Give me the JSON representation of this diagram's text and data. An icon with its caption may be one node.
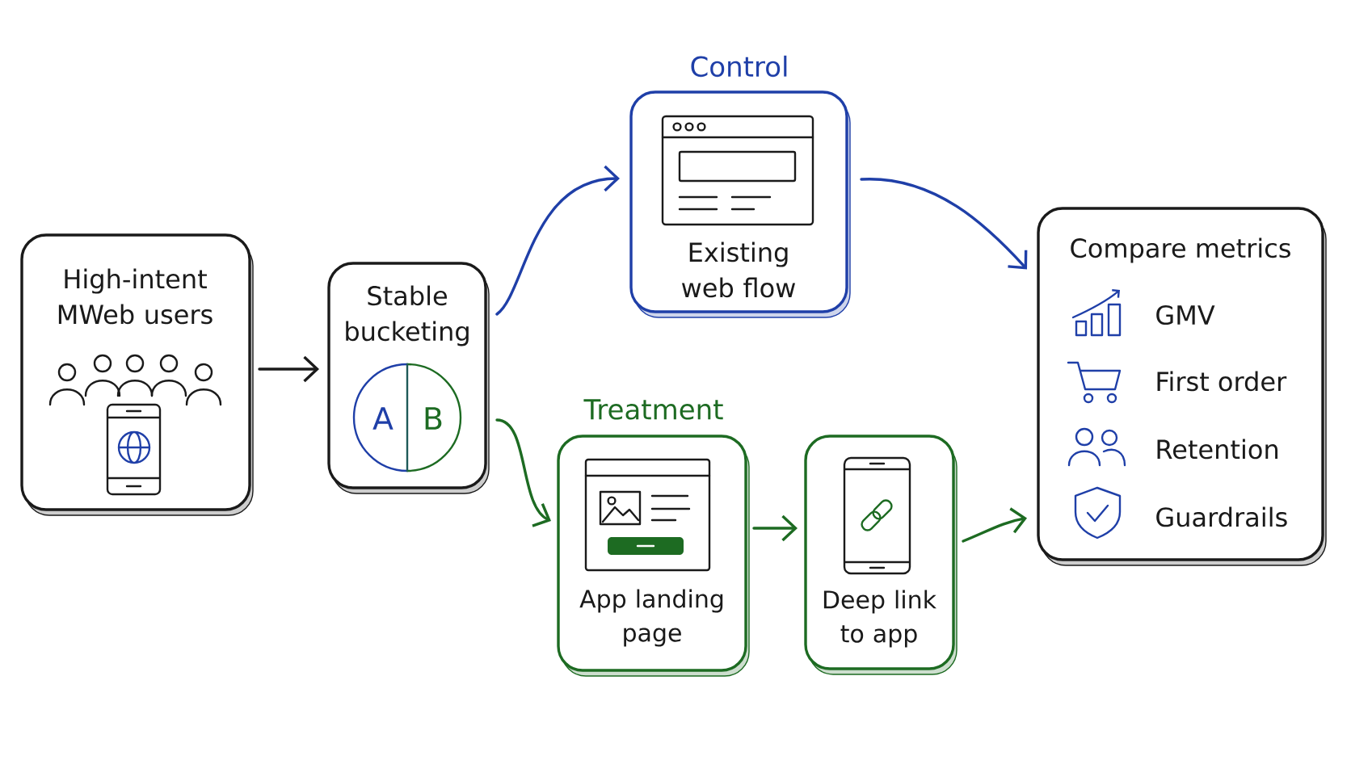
{
  "diagram": {
    "nodes": [
      {
        "text": [
          "High-intent MWeb users"
        ]
      },
      {
        "text": [
          "Stable bucketing",
          "A",
          "B"
        ]
      },
      {
        "text": [
          "Control",
          "Existing web flow"
        ]
      },
      {
        "text": [
          "Treatment",
          "App landing page"
        ]
      },
      {
        "text": [
          "Deep link to app"
        ]
      },
      {
        "text": [
          "Compare metrics",
          "GMV",
          "First order",
          "Retention",
          "Guardrails"
        ]
      }
    ],
    "edges": [
      {
        "from": 0,
        "to": 1,
        "arrow": "to"
      },
      {
        "from": 1,
        "to": 2,
        "arrow": "to",
        "color": "#1f3fa8"
      },
      {
        "from": 1,
        "to": 3,
        "arrow": "to",
        "color": "#1d6b22"
      },
      {
        "from": 2,
        "to": 5,
        "arrow": "to",
        "color": "#1f3fa8"
      },
      {
        "from": 3,
        "to": 4,
        "arrow": "to",
        "color": "#1d6b22"
      },
      {
        "from": 4,
        "to": 5,
        "arrow": "to",
        "color": "#1d6b22"
      }
    ]
  }
}
